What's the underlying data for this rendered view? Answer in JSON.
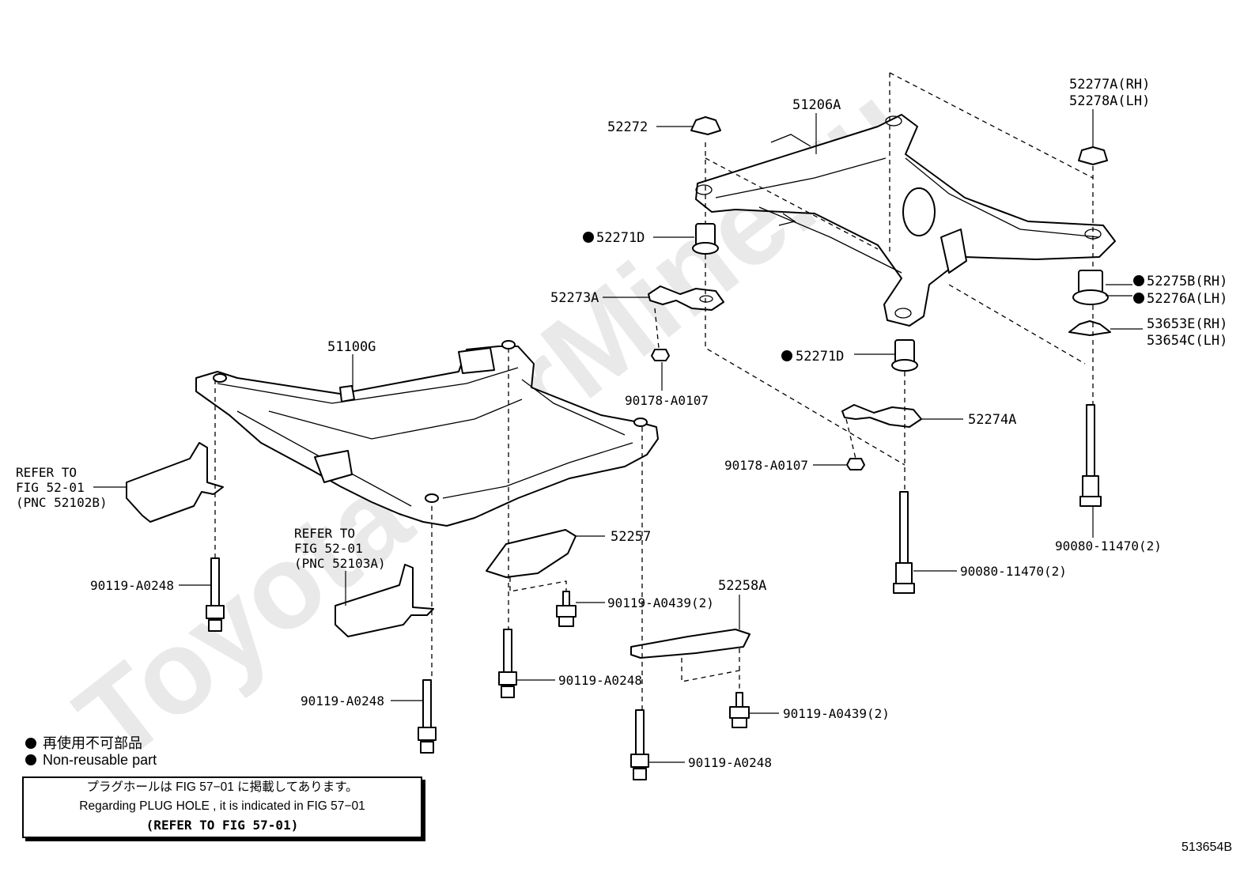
{
  "watermark": "ToyotaOurMine.ru",
  "labels": {
    "p51206A": "51206A",
    "p52272": "52272",
    "p52277A": "52277A(RH)",
    "p52278A": "52278A(LH)",
    "p52271D_top": "52271D",
    "p52275B": "52275B(RH)",
    "p52276A": "52276A(LH)",
    "p52273A": "52273A",
    "p53653E": "53653E(RH)",
    "p53654C": "53654C(LH)",
    "p51100G": "51100G",
    "p52271D_mid": "52271D",
    "p90178_a": "90178-A0107",
    "p52274A": "52274A",
    "p90178_b": "90178-A0107",
    "p90080_right": "90080-11470(2)",
    "p90080_mid": "90080-11470(2)",
    "refer1_l1": "REFER TO",
    "refer1_l2": "FIG 52-01",
    "refer1_l3": "(PNC 52102B)",
    "refer2_l1": "REFER TO",
    "refer2_l2": "FIG 52-01",
    "refer2_l3": "(PNC 52103A)",
    "p52257": "52257",
    "p90119_a0248_left": "90119-A0248",
    "p90119_a0439_a": "90119-A0439(2)",
    "p52258A": "52258A",
    "p90119_a0248_center": "90119-A0248",
    "p90119_a0248_lower": "90119-A0248",
    "p90119_a0439_b": "90119-A0439(2)",
    "p90119_a0248_bottom": "90119-A0248"
  },
  "legend": {
    "jp": "再使用不可部品",
    "en": "Non-reusable part"
  },
  "note": {
    "jp": "プラグホールは FIG 57−01 に掲載してあります。",
    "en": "Regarding  PLUG  HOLE , it is indicated in FIG  57−01",
    "ref": "(REFER TO FIG 57-01)"
  },
  "figure_id": "513654B"
}
